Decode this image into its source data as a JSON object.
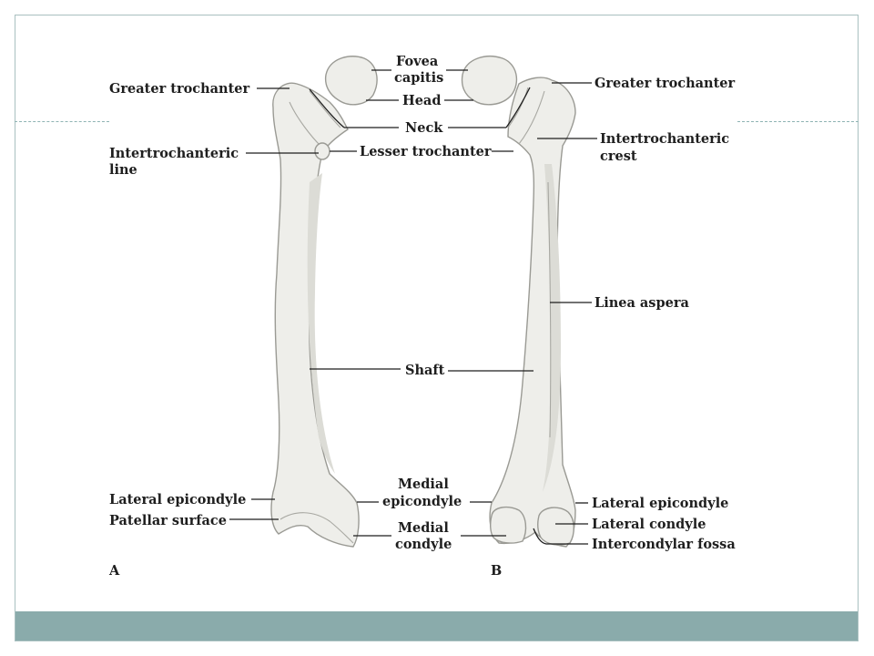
{
  "labels": {
    "greater_trochanter_a": "Greater trochanter",
    "greater_trochanter_b": "Greater trochanter",
    "fovea_capitis_1": "Fovea",
    "fovea_capitis_2": "capitis",
    "head": "Head",
    "neck": "Neck",
    "lesser_trochanter": "Lesser trochanter",
    "intertrochanteric_line_1": "Intertrochanteric",
    "intertrochanteric_line_2": "line",
    "intertrochanteric_crest_1": "Intertrochanteric",
    "intertrochanteric_crest_2": "crest",
    "linea_aspera": "Linea aspera",
    "shaft": "Shaft",
    "lateral_epicondyle_a": "Lateral epicondyle",
    "patellar_surface": "Patellar surface",
    "medial_epicondyle_1": "Medial",
    "medial_epicondyle_2": "epicondyle",
    "medial_condyle_1": "Medial",
    "medial_condyle_2": "condyle",
    "lateral_epicondyle_b": "Lateral epicondyle",
    "lateral_condyle": "Lateral condyle",
    "intercondylar_fossa": "Intercondylar fossa",
    "view_a": "A",
    "view_b": "B"
  },
  "colors": {
    "footer_bar": "#8aabab",
    "frame": "#a9c0c0",
    "bone_fill": "#eeeeea",
    "bone_outline": "#9a9a94",
    "label_text": "#1e1e1e"
  }
}
